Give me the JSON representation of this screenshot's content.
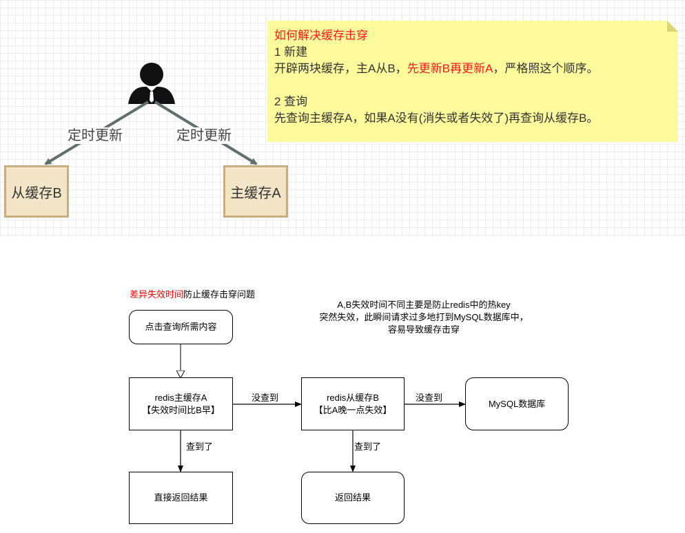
{
  "top_diagram": {
    "note": {
      "title": "如何解决缓存击穿",
      "step1_heading": "1 新建",
      "step1_text_pre": "开辟两块缓存，主A从B，",
      "step1_text_red": "先更新B再更新A",
      "step1_text_post": "，严格照这个顺序。",
      "step2_heading": "2 查询",
      "step2_text": "先查询主缓存A，如果A没有(消失或者失效了)再查询从缓存B。"
    },
    "left_edge_label": "定时更新",
    "right_edge_label": "定时更新",
    "slave_cache_label": "从缓存B",
    "master_cache_label": "主缓存A"
  },
  "flowchart": {
    "title_red": "差异失效时间",
    "title_rest": "防止缓存击穿问题",
    "note_lines": [
      "A,B失效时间不同主要是防止redis中的热key",
      "突然失效，此瞬间请求过多地打到MySQL数据库中，",
      "容易导致缓存击穿"
    ],
    "start_box": "点击查询所需内容",
    "redis_a_line1": "redis主缓存A",
    "redis_a_line2": "【失效时间比B早】",
    "redis_b_line1": "redis从缓存B",
    "redis_b_line2": "【比A晚一点失效】",
    "mysql_box": "MySQL数据库",
    "direct_result_box": "直接返回结果",
    "return_result_box": "返回结果",
    "miss_label_1": "没查到",
    "miss_label_2": "没查到",
    "hit_label_1": "查到了",
    "hit_label_2": "查到了"
  },
  "colors": {
    "note_bg": "#fdfb9c",
    "highlight_red": "#ff1a1a",
    "cache_fill": "#f3e5c7",
    "cache_border": "#c8ad7f",
    "connector": "#5f6f6e"
  }
}
